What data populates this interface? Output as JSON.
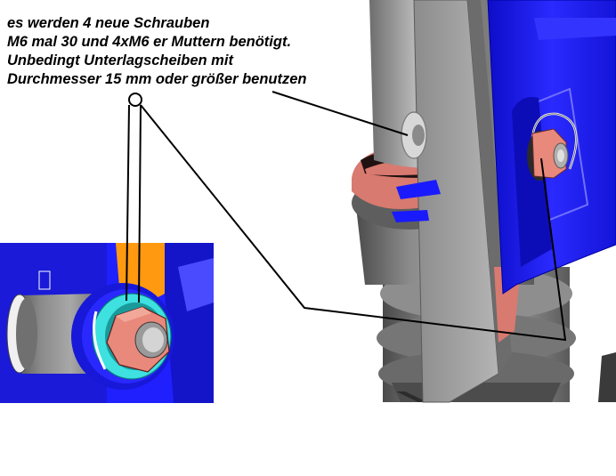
{
  "annotation": {
    "lines": [
      "es werden 4 neue Schrauben",
      "M6 mal 30 und 4xM6 er Muttern benötigt.",
      "Unbedingt Unterlagscheiben mit",
      "Durchmesser 15 mm oder größer benutzen"
    ]
  },
  "colors": {
    "frame_blue": "#1a1aff",
    "grey_part": "#9a9a9a",
    "dark_grey": "#5a5a5a",
    "salmon_washer": "#d87a70",
    "nut_pink": "#e8897b",
    "washer_cyan": "#3ee0e0",
    "orange_bracket": "#ff9a10",
    "leader_line": "#000000"
  },
  "icons": [
    "bolt-head-icon",
    "hex-nut-icon",
    "washer-icon"
  ]
}
